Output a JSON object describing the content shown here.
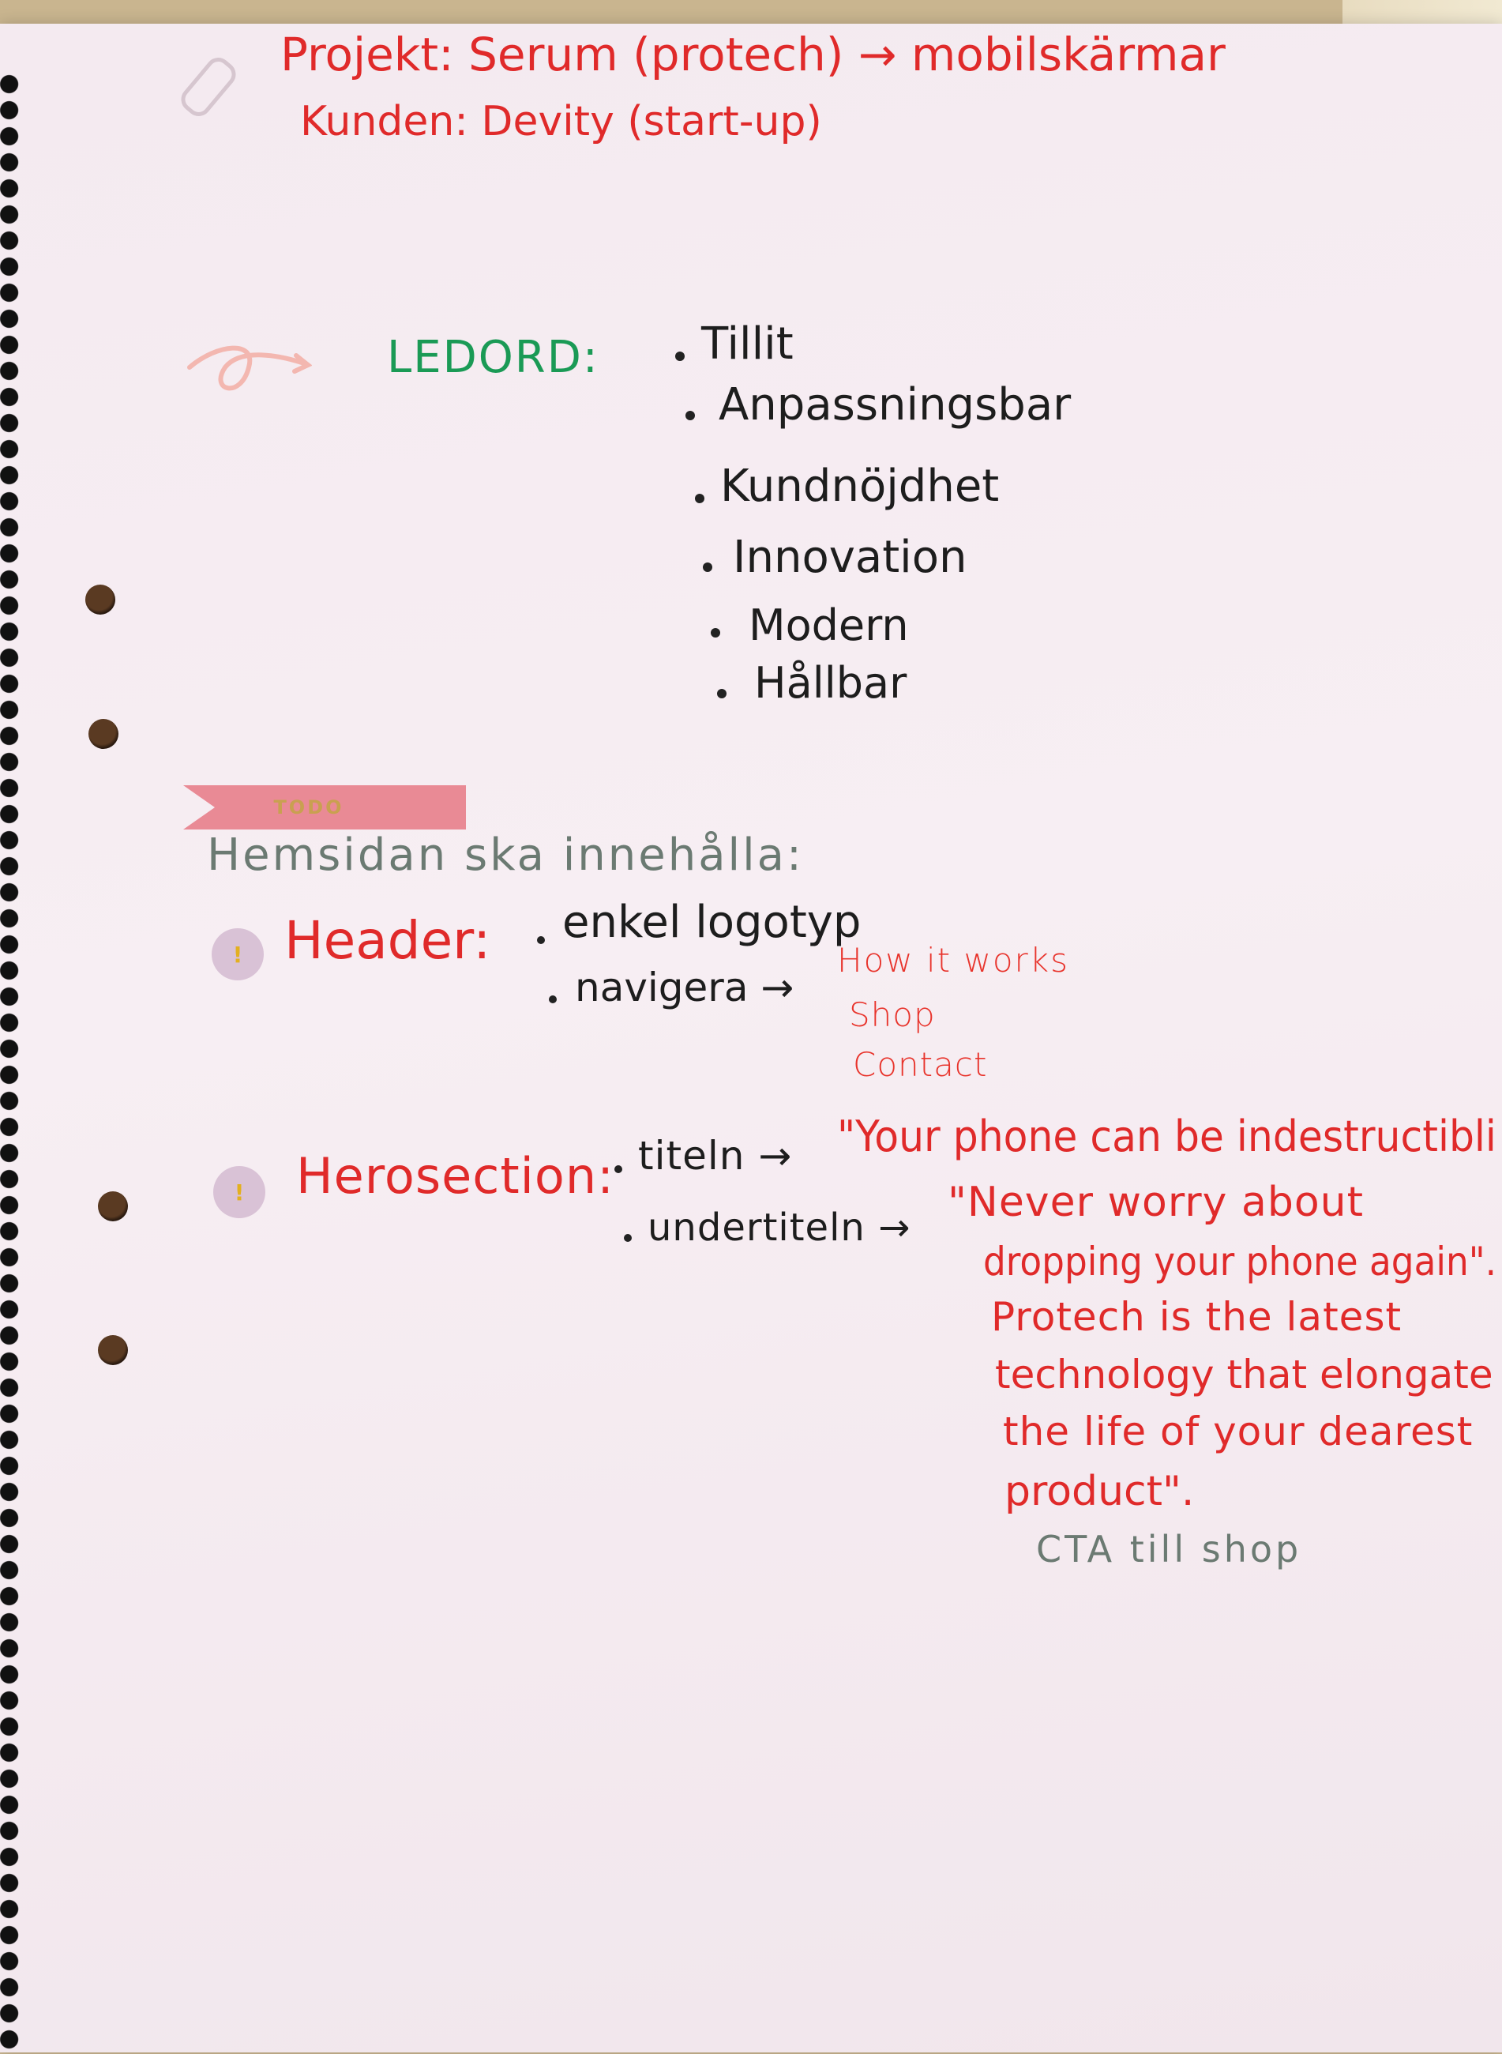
{
  "project_line": "Projekt: Serum (protech) → mobilskärmar",
  "client_line": "Kunden: Devity (start-up)",
  "keywords": {
    "heading": "LEDORD:",
    "items": [
      "Tillit",
      "Anpassningsbar",
      "Kundnöjdhet",
      "Innovation",
      "Modern",
      "Hållbar"
    ]
  },
  "todo_tag": "TODO",
  "website_heading": "Hemsidan ska innehålla:",
  "header_section": {
    "badge": "!",
    "label": "Header:",
    "items": [
      "enkel logotyp",
      "navigera →"
    ],
    "nav_links": [
      "How it works",
      "Shop",
      "Contact"
    ]
  },
  "hero_section": {
    "badge": "!",
    "label": "Herosection:",
    "title_item": "titeln →",
    "title_text": "\"Your phone can be indestructibli",
    "subtitle_item": "undertiteln →",
    "subtitle_lines": [
      "\"Never worry about",
      "dropping your phone again\".",
      "Protech is the latest",
      "technology that elongate",
      "the life of your dearest",
      "product\"."
    ],
    "cta_note": "CTA till shop"
  },
  "colors": {
    "red_ink": "#e02a2a",
    "green_ink": "#1a9a55",
    "black_ink": "#1d1d1d",
    "tape": "#e98a95"
  }
}
